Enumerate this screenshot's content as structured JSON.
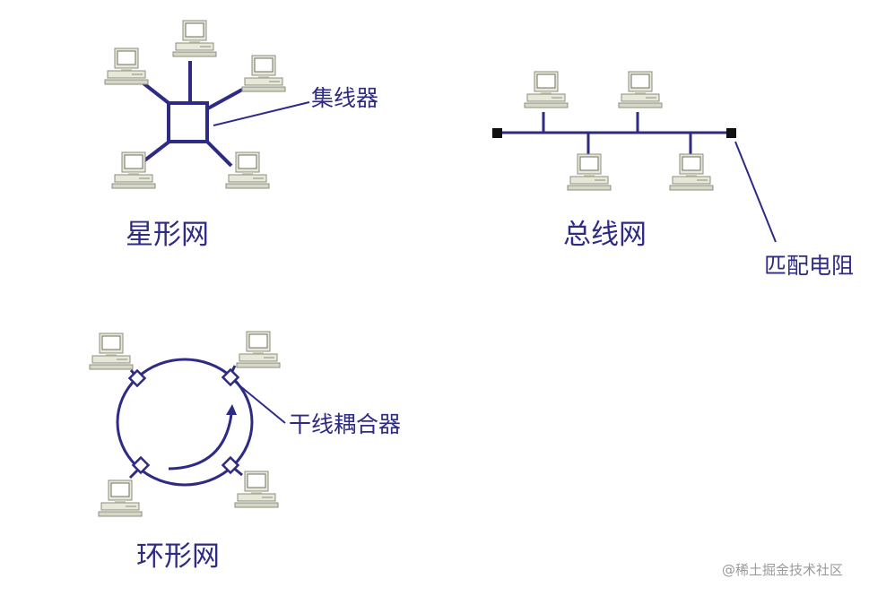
{
  "star": {
    "title": "星形网",
    "hub_label": "集线器"
  },
  "bus": {
    "title": "总线网",
    "terminator_label": "匹配电阻"
  },
  "ring": {
    "title": "环形网",
    "coupler_label": "干线耦合器"
  },
  "watermark": "@稀土掘金技术社区",
  "colors": {
    "line": "#2e2b85",
    "computer_body": "#e8e8d8",
    "computer_shadow": "#8e8e80",
    "screen": "#ffffff"
  },
  "icons": {
    "computer": "desktop-computer-icon"
  }
}
